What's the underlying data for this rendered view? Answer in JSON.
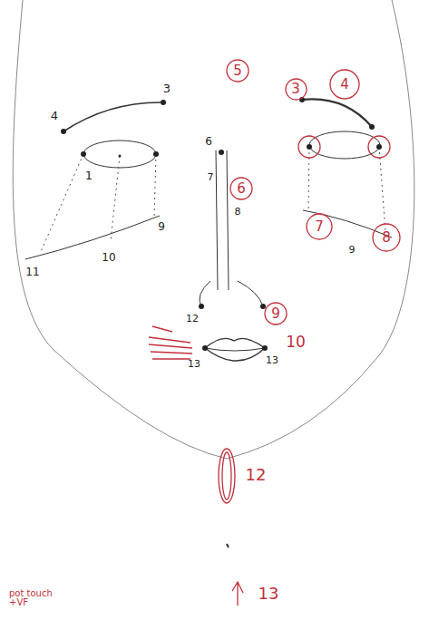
{
  "diagram": {
    "nodes": [
      {
        "text": [
          "5"
        ]
      },
      {
        "text": [
          "3"
        ]
      },
      {
        "text": [
          "4"
        ]
      },
      {
        "text": [
          "6"
        ]
      },
      {
        "text": [
          "7"
        ]
      },
      {
        "text": [
          "8"
        ]
      },
      {
        "text": [
          "9"
        ]
      }
    ],
    "labels": [
      "4",
      "3",
      "1",
      "9",
      "10",
      "11",
      "6",
      "7",
      "8",
      "9",
      "12",
      "13",
      "13",
      "10",
      "12",
      "13",
      "pot touch +VF"
    ]
  }
}
